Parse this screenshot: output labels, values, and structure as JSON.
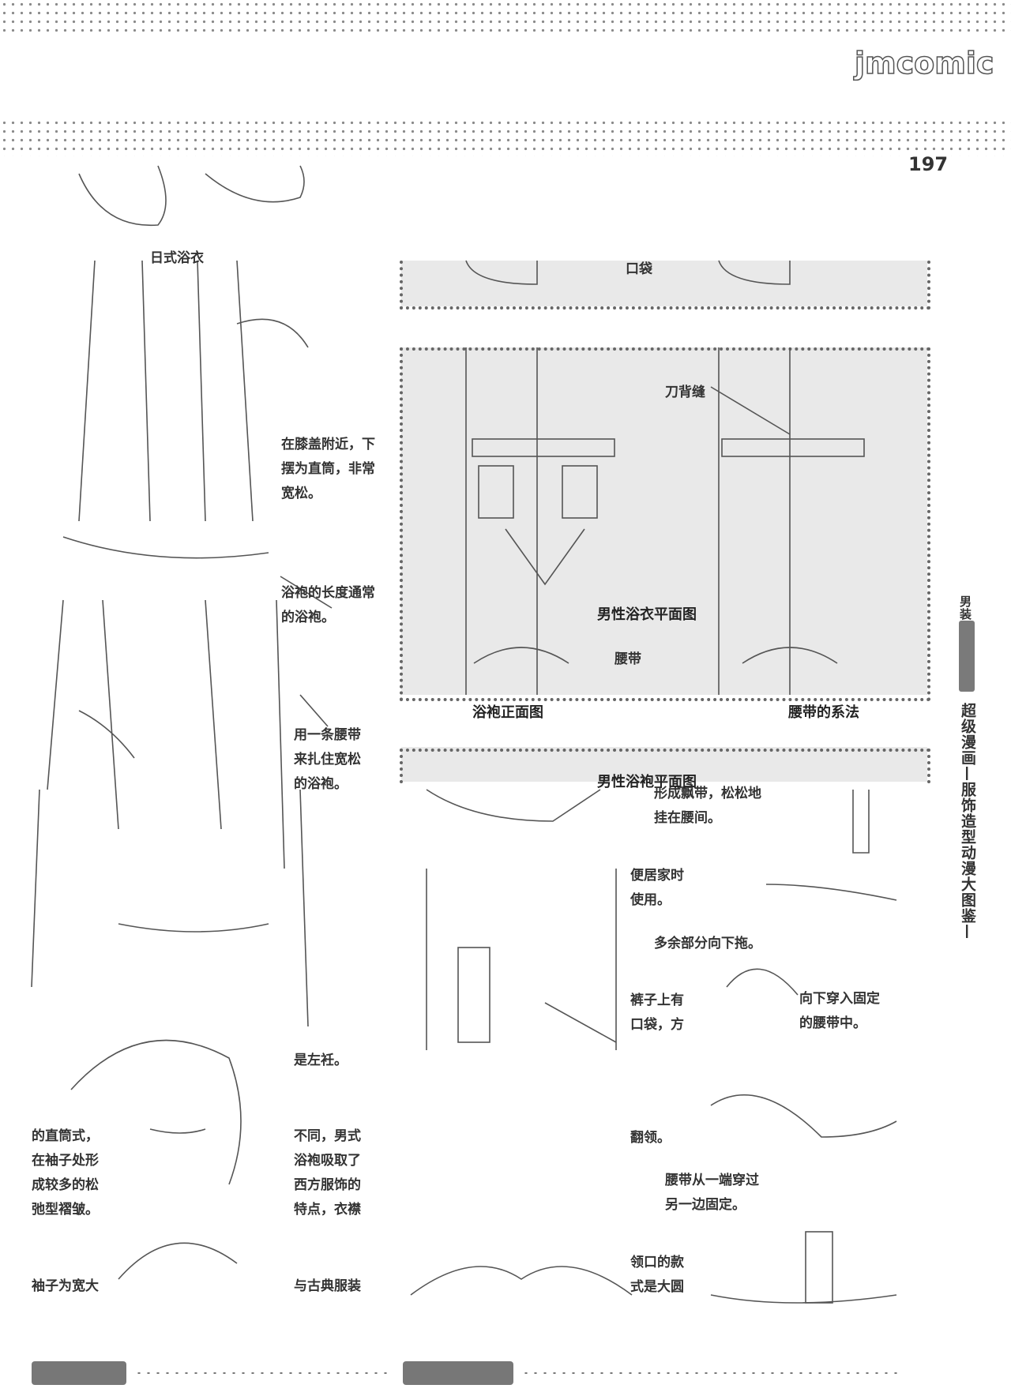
{
  "header": {
    "watermark": "jmcomic",
    "page_number": "197"
  },
  "labels": {
    "japanese_yukata": "日式浴衣",
    "pocket": "口袋",
    "back_seam": "刀背缝",
    "near_hem": "在膝盖附近，下\n摆为直筒，非常\n宽松。",
    "robe_length": "浴袍的长度通常\n的浴袍。",
    "belt_tie": "用一条腰带\n来扎住宽松\n的浴袍。",
    "floating_belt": "形成飘带，松松地\n挂在腰间。",
    "home_use": "便居家时\n使用。",
    "extra_down": "多余部分向下拖。",
    "pants_pocket": "裤子上有\n口袋，方",
    "thread_down": "向下穿入固定\n的腰带中。",
    "left_lapel": "是左衽。",
    "lapel": "翻领。",
    "straight_sleeve": "的直筒式，\n在袖子处形\n成较多的松\n弛型褶皱。",
    "different_style": "不同，男式\n浴袍吸取了\n西方服饰的\n特点，衣襟",
    "belt_thread": "腰带从一端穿过\n另一边固定。",
    "neckline": "领口的款\n式是大圆",
    "wide_sleeve": "袖子为宽大",
    "classic": "与古典服装",
    "belt": "腰带"
  },
  "captions": {
    "male_yukata_plan": "男性浴衣平面图",
    "robe_front": "浴袍正面图",
    "belt_tying": "腰带的系法",
    "male_robe_plan": "男性浴袍平面图"
  },
  "side_title": "超级漫画—服饰造型动漫大图鉴—",
  "side_tab": "男装"
}
